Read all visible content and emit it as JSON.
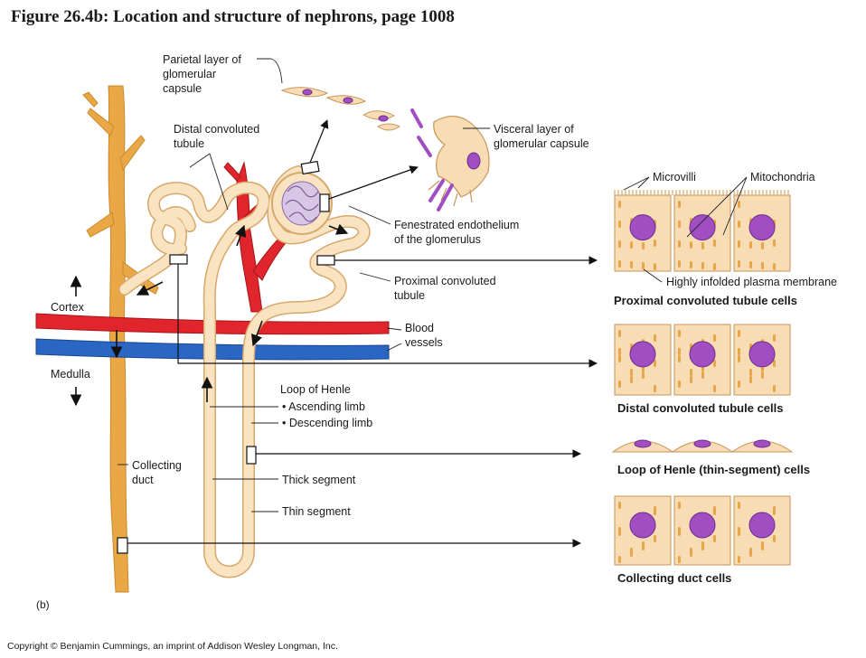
{
  "title": "Figure 26.4b: Location and structure of nephrons, page 1008",
  "labels": {
    "parietal": [
      "Parietal layer of",
      "glomerular",
      "capsule"
    ],
    "visceral": [
      "Visceral layer of",
      "glomerular capsule"
    ],
    "distal": [
      "Distal convoluted",
      "tubule"
    ],
    "fenestrated": [
      "Fenestrated endothelium",
      "of the glomerulus"
    ],
    "proximal": [
      "Proximal convoluted",
      "tubule"
    ],
    "cortex": "Cortex",
    "medulla": "Medulla",
    "blood_vessels": [
      "Blood",
      "vessels"
    ],
    "loop_of_henle": "Loop of Henle",
    "ascending_limb": "• Ascending limb",
    "descending_limb": "• Descending limb",
    "collecting_duct": [
      "Collecting",
      "duct"
    ],
    "thick_segment": "Thick segment",
    "thin_segment": "Thin segment",
    "microvilli": "Microvilli",
    "mitochondria": "Mitochondria",
    "plasma_membrane": "Highly infolded plasma membrane",
    "panel": "(b)"
  },
  "captions": {
    "proximal_cells": "Proximal convoluted tubule cells",
    "distal_cells": "Distal convoluted tubule cells",
    "henle_cells": "Loop of Henle (thin-segment) cells",
    "collecting_cells": "Collecting duct cells"
  },
  "copyright": "Copyright © Benjamin Cummings, an imprint of Addison Wesley Longman, Inc.",
  "colors": {
    "duct": "#e9a845",
    "tubule_fill": "#f9e3c1",
    "tubule_edge": "#d7a86b",
    "artery": "#e0262c",
    "vein": "#2a66c4",
    "nucleus": "#a14ec2",
    "cell_fill": "#f8dcb4",
    "mito": "#e8a54a"
  }
}
